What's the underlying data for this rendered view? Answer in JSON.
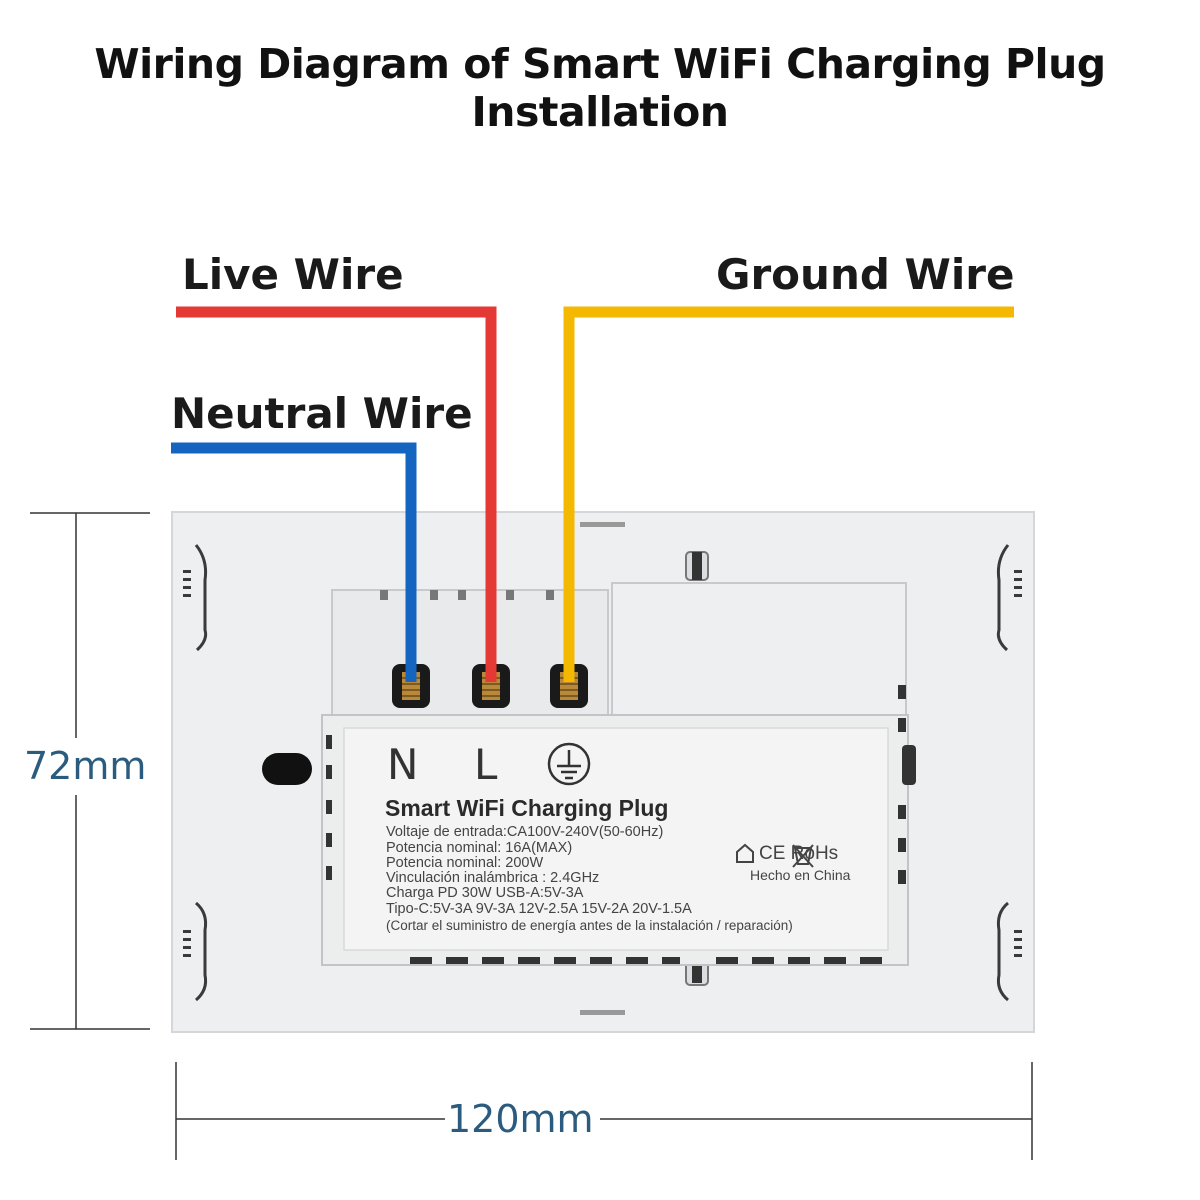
{
  "title": "Wiring Diagram of Smart WiFi Charging Plug Installation",
  "wires": {
    "live": {
      "label": "Live Wire",
      "color": "#e53935"
    },
    "neutral": {
      "label": "Neutral Wire",
      "color": "#1565c0"
    },
    "ground": {
      "label": "Ground Wire",
      "color": "#f4b800"
    }
  },
  "dimensions": {
    "height": "72mm",
    "width": "120mm"
  },
  "terminals": {
    "neutral": "N",
    "live": "L"
  },
  "device_label": {
    "name": "Smart WiFi Charging Plug",
    "specs": [
      "Voltaje de entrada:CA100V-240V(50-60Hz)",
      "Potencia nominal: 16A(MAX)",
      "Potencia nominal: 200W",
      "Vinculación inalámbrica : 2.4GHz",
      "Charga PD 30W   USB-A:5V-3A",
      "Tipo-C:5V-3A  9V-3A  12V-2.5A  15V-2A  20V-1.5A",
      "(Cortar el suministro de energía antes de la instalación / reparación)"
    ],
    "certifications": "CE RoHs",
    "made_in": "Hecho en China"
  },
  "icons": [
    "ground-symbol-icon",
    "house-icon",
    "weee-bin-icon"
  ]
}
